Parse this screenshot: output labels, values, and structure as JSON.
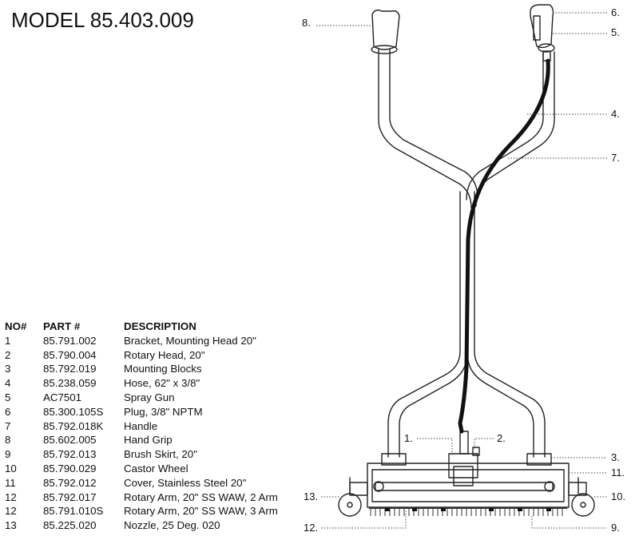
{
  "title": "MODEL 85.403.009",
  "table": {
    "headers": [
      "NO#",
      "PART #",
      "DESCRIPTION"
    ],
    "rows": [
      [
        "1",
        "85.791.002",
        "Bracket, Mounting Head 20\""
      ],
      [
        "2",
        "85.790.004",
        "Rotary Head, 20\""
      ],
      [
        "3",
        "85.792.019",
        "Mounting Blocks"
      ],
      [
        "4",
        "85.238.059",
        "Hose, 62\" x 3/8\""
      ],
      [
        "5",
        "AC7501",
        "Spray Gun"
      ],
      [
        "6",
        "85.300.105S",
        "Plug, 3/8\" NPTM"
      ],
      [
        "7",
        "85.792.018K",
        "Handle"
      ],
      [
        "8",
        "85.602.005",
        "Hand Grip"
      ],
      [
        "9",
        "85.792.013",
        "Brush Skirt, 20\""
      ],
      [
        "10",
        "85.790.029",
        "Castor Wheel"
      ],
      [
        "11",
        "85.792.012",
        "Cover, Stainless Steel 20\""
      ],
      [
        "12",
        "85.792.017",
        "Rotary Arm, 20\" SS WAW, 2 Arm"
      ],
      [
        "12",
        "85.791.010S",
        "Rotary Arm, 20\" SS WAW, 3 Arm"
      ],
      [
        "13",
        "85.225.020",
        "Nozzle, 25 Deg. 020"
      ]
    ]
  },
  "callouts": {
    "c1": "1.",
    "c2": "2.",
    "c3": "3.",
    "c4": "4.",
    "c5": "5.",
    "c6": "6.",
    "c7": "7.",
    "c8": "8.",
    "c9": "9.",
    "c10": "10.",
    "c11": "11.",
    "c12": "12.",
    "c13": "13."
  }
}
